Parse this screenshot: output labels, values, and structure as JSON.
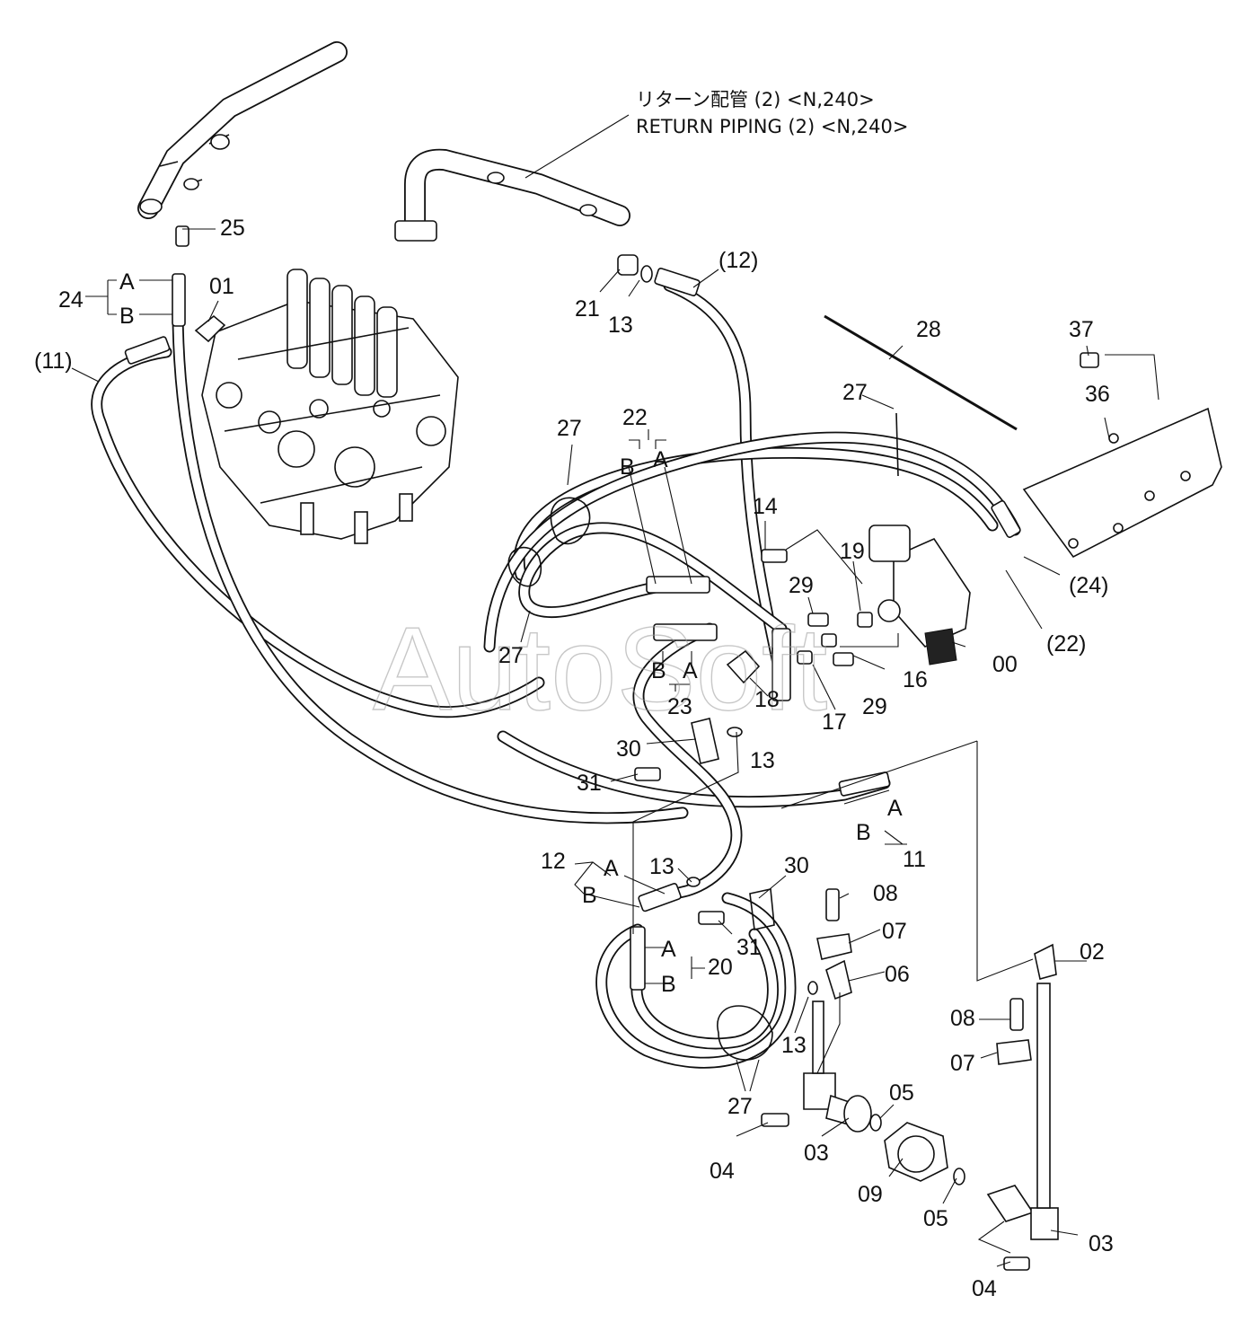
{
  "note": {
    "line_ja": "リターン配管 (2) <N,240>",
    "line_en": "RETURN PIPING (2) <N,240>"
  },
  "watermark": "AutoSoft",
  "labels": {
    "p25": "25",
    "p24": "24",
    "p24A": "A",
    "p24B": "B",
    "p01": "01",
    "p11p": "(11)",
    "p21": "21",
    "p13a": "13",
    "p12p": "(12)",
    "p28": "28",
    "p37": "37",
    "p36": "36",
    "p27a": "27",
    "p27b": "27",
    "p27c": "27",
    "p22": "22",
    "p22B": "B",
    "p22A": "A",
    "p14": "14",
    "p19": "19",
    "p29a": "29",
    "p29b": "29",
    "p16": "16",
    "p17": "17",
    "p18": "18",
    "p00": "00",
    "p22p": "(22)",
    "p24p": "(24)",
    "p23B": "B",
    "p23A": "A",
    "p23": "23",
    "p13b": "13",
    "p30a": "30",
    "p31a": "31",
    "p11A": "A",
    "p11B": "B",
    "p11": "11",
    "p12": "12",
    "p12A": "A",
    "p12B": "B",
    "p13c": "13",
    "p30b": "30",
    "p31b": "31",
    "p20A": "A",
    "p20B": "B",
    "p20": "20",
    "p08a": "08",
    "p07a": "07",
    "p06": "06",
    "p13d": "13",
    "p27d": "27",
    "p02": "02",
    "p08b": "08",
    "p07b": "07",
    "p05a": "05",
    "p05b": "05",
    "p04a": "04",
    "p03a": "03",
    "p09": "09",
    "p03b": "03",
    "p04b": "04"
  }
}
